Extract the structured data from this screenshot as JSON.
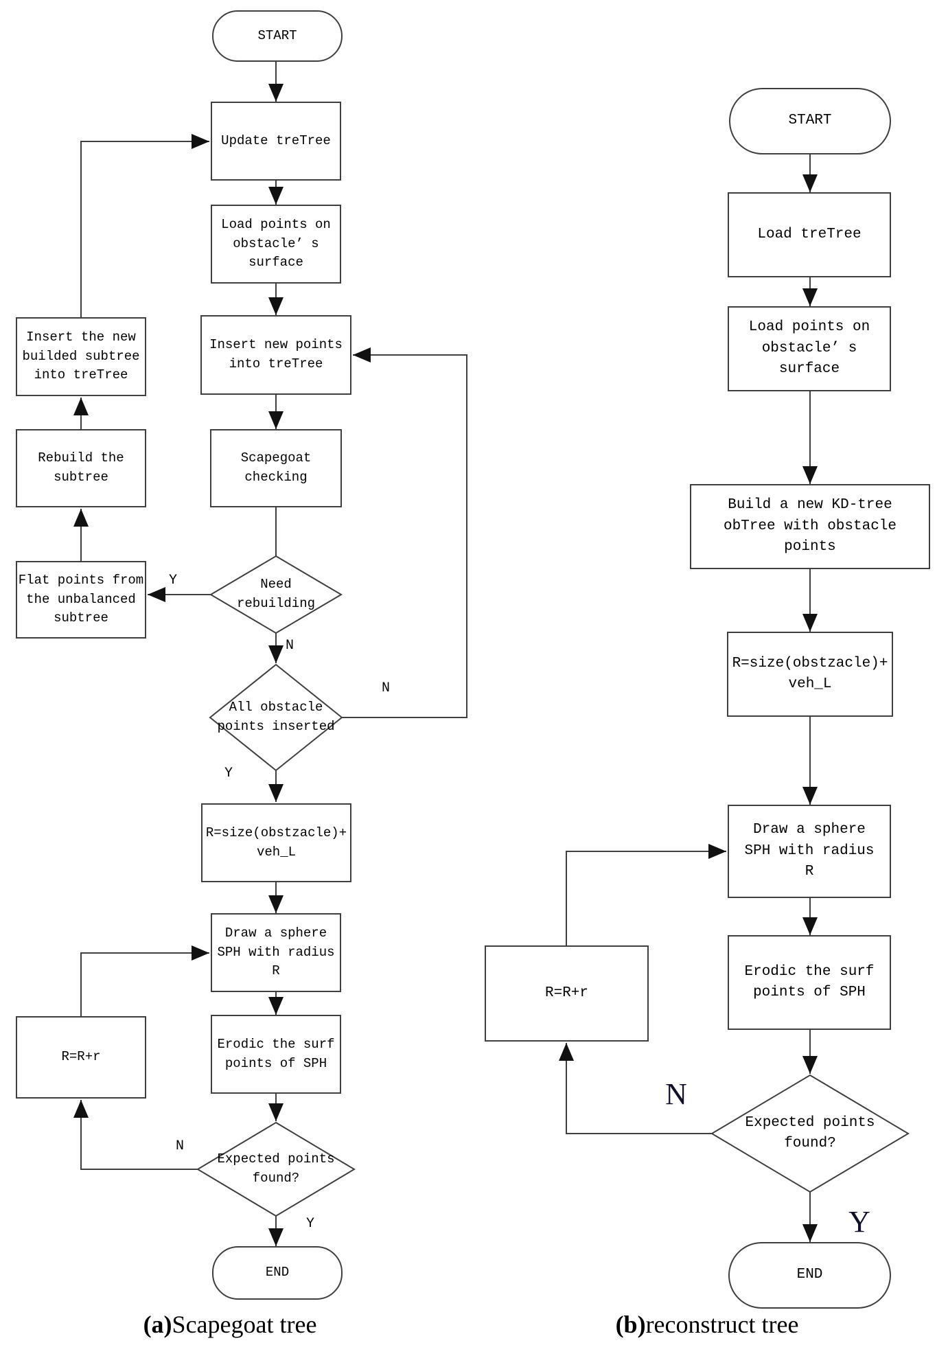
{
  "a": {
    "start": "START",
    "update_tretree": "Update treTree",
    "load_points": "Load points on\nobstacle’ s\nsurface",
    "insert_new_points": "Insert new points\ninto treTree",
    "scapegoat_checking": "Scapegoat\nchecking",
    "need_rebuilding": "Need\nrebuilding",
    "flat_points": "Flat points from\nthe unbalanced\nsubtree",
    "rebuild_subtree": "Rebuild the\nsubtree",
    "insert_builded": "Insert the new\nbuilded subtree\ninto treTree",
    "all_inserted": "All obstacle\npoints inserted",
    "r_size": "R=size(obstzacle)+\nveh_L",
    "draw_sphere": "Draw a sphere\nSPH with radius\nR",
    "erodic": "Erodic the surf\npoints of SPH",
    "expected": "Expected points\nfound?",
    "r_incr": "R=R+r",
    "end": "END",
    "labels": {
      "y_rebuild": "Y",
      "n_rebuild": "N",
      "n_all_inserted": "N",
      "y_all_inserted": "Y",
      "n_expected": "N",
      "y_expected": "Y"
    },
    "caption_bold": "(a)",
    "caption_rest": " Scapegoat tree"
  },
  "b": {
    "start": "START",
    "load_tretree": "Load treTree",
    "load_points": "Load points on\nobstacle’ s\nsurface",
    "build_kdtree": "Build a new KD-tree\nobTree with obstacle\npoints",
    "r_size": "R=size(obstzacle)+\nveh_L",
    "draw_sphere": "Draw a sphere\nSPH with radius\nR",
    "erodic": "Erodic the surf\npoints of SPH",
    "expected": "Expected points\nfound?",
    "r_incr": "R=R+r",
    "end": "END",
    "labels": {
      "n_expected": "N",
      "y_expected": "Y"
    },
    "caption_bold": "(b)",
    "caption_rest": " reconstruct tree"
  }
}
